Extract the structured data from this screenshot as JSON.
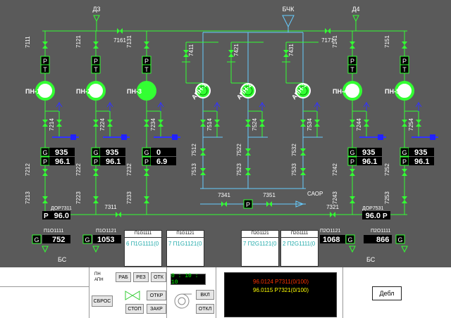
{
  "sources": {
    "d3": "Д3",
    "bchk": "БЧК",
    "d4": "Д4"
  },
  "top_valves": {
    "v7161": "7161",
    "v7171": "7171"
  },
  "pumps": [
    {
      "name": "ПН-1",
      "valve_top": "7111",
      "valve_side": "7214",
      "valve_a": "7212",
      "valve_b": "7213",
      "G": "935",
      "P": "96.1"
    },
    {
      "name": "ПН-2",
      "valve_top": "7121",
      "valve_side": "7224",
      "valve_a": "7222",
      "valve_b": "7223",
      "G": "935",
      "P": "96.1"
    },
    {
      "name": "ПН-3",
      "valve_top": "7131",
      "valve_side": "7234",
      "valve_a": "7232",
      "valve_b": "7233",
      "G": "0",
      "P": "6.9"
    },
    {
      "name": "ПН-4",
      "valve_top": "7141",
      "valve_side": "7244",
      "valve_a": "7242",
      "valve_b": "7243",
      "G": "935",
      "P": "96.1"
    },
    {
      "name": "ПН-5",
      "valve_top": "7151",
      "valve_side": "7254",
      "valve_a": "7252",
      "valve_b": "7253",
      "G": "935",
      "P": "96.1"
    }
  ],
  "apn": [
    {
      "name": "АПН-1",
      "valve_top": "7411",
      "valve_side": "7514",
      "valve_a": "7512",
      "valve_b": "7513"
    },
    {
      "name": "АПН-2",
      "valve_top": "7421",
      "valve_side": "7524",
      "valve_a": "7522",
      "valve_b": "7523"
    },
    {
      "name": "АПН-3",
      "valve_top": "7431",
      "valve_side": "7534",
      "valve_a": "7532",
      "valve_b": "7533"
    }
  ],
  "saor": {
    "label": "САОР",
    "v7341": "7341",
    "v7351": "7351",
    "v7321": "7321",
    "v7311": "7311",
    "p_label": "P"
  },
  "dor": {
    "left_label": "ДОР7311",
    "left_value": "96.0",
    "right_label": "ДОР7531",
    "right_value": "96.0"
  },
  "bs_left": {
    "tag": "П1О1111",
    "value": "752",
    "g": "G",
    "label": "БС"
  },
  "bs_mid": {
    "tag": "П1О1121",
    "value": "1053",
    "g": "G"
  },
  "bs_right1": {
    "tag": "П2О1121",
    "value": "1068",
    "g": "G"
  },
  "bs_right2": {
    "tag": "П2О1111",
    "value": "866",
    "g": "G",
    "label": "БС"
  },
  "trends": [
    {
      "header": "П1G1111",
      "body": "6 П1G1111(0"
    },
    {
      "header": "П1G1121",
      "body": "7 П1G1121(0"
    },
    {
      "header": "П2G1121",
      "body": "7 П2G1121(0"
    },
    {
      "header": "П2G1111",
      "body": "2 П2G1111(0"
    }
  ],
  "panel": {
    "pn_apn": "ПН\nАПН",
    "rab": "РАБ",
    "rez": "РЕЗ",
    "otk": "ОТК",
    "sbros": "СБРОС",
    "otkr": "ОТКР",
    "stop": "СТОП",
    "zakr": "ЗАКР",
    "vkl": "ВКЛ",
    "otkl": "ОТКЛ",
    "timer": "0 : 10 : 10",
    "debl": "Дебл",
    "log": [
      {
        "text": "96.0124  P7311(0/100)",
        "color": "#ff3300"
      },
      {
        "text": "96.0115  P7321(0/100)",
        "color": "#ffff00"
      }
    ]
  },
  "colors": {
    "pipe": "#33ff33",
    "pipe_blue": "#66ccff",
    "valve": "#33ff33",
    "blue_line": "#3333ff",
    "value_bg": "#000000",
    "value_text": "#ffffff"
  }
}
